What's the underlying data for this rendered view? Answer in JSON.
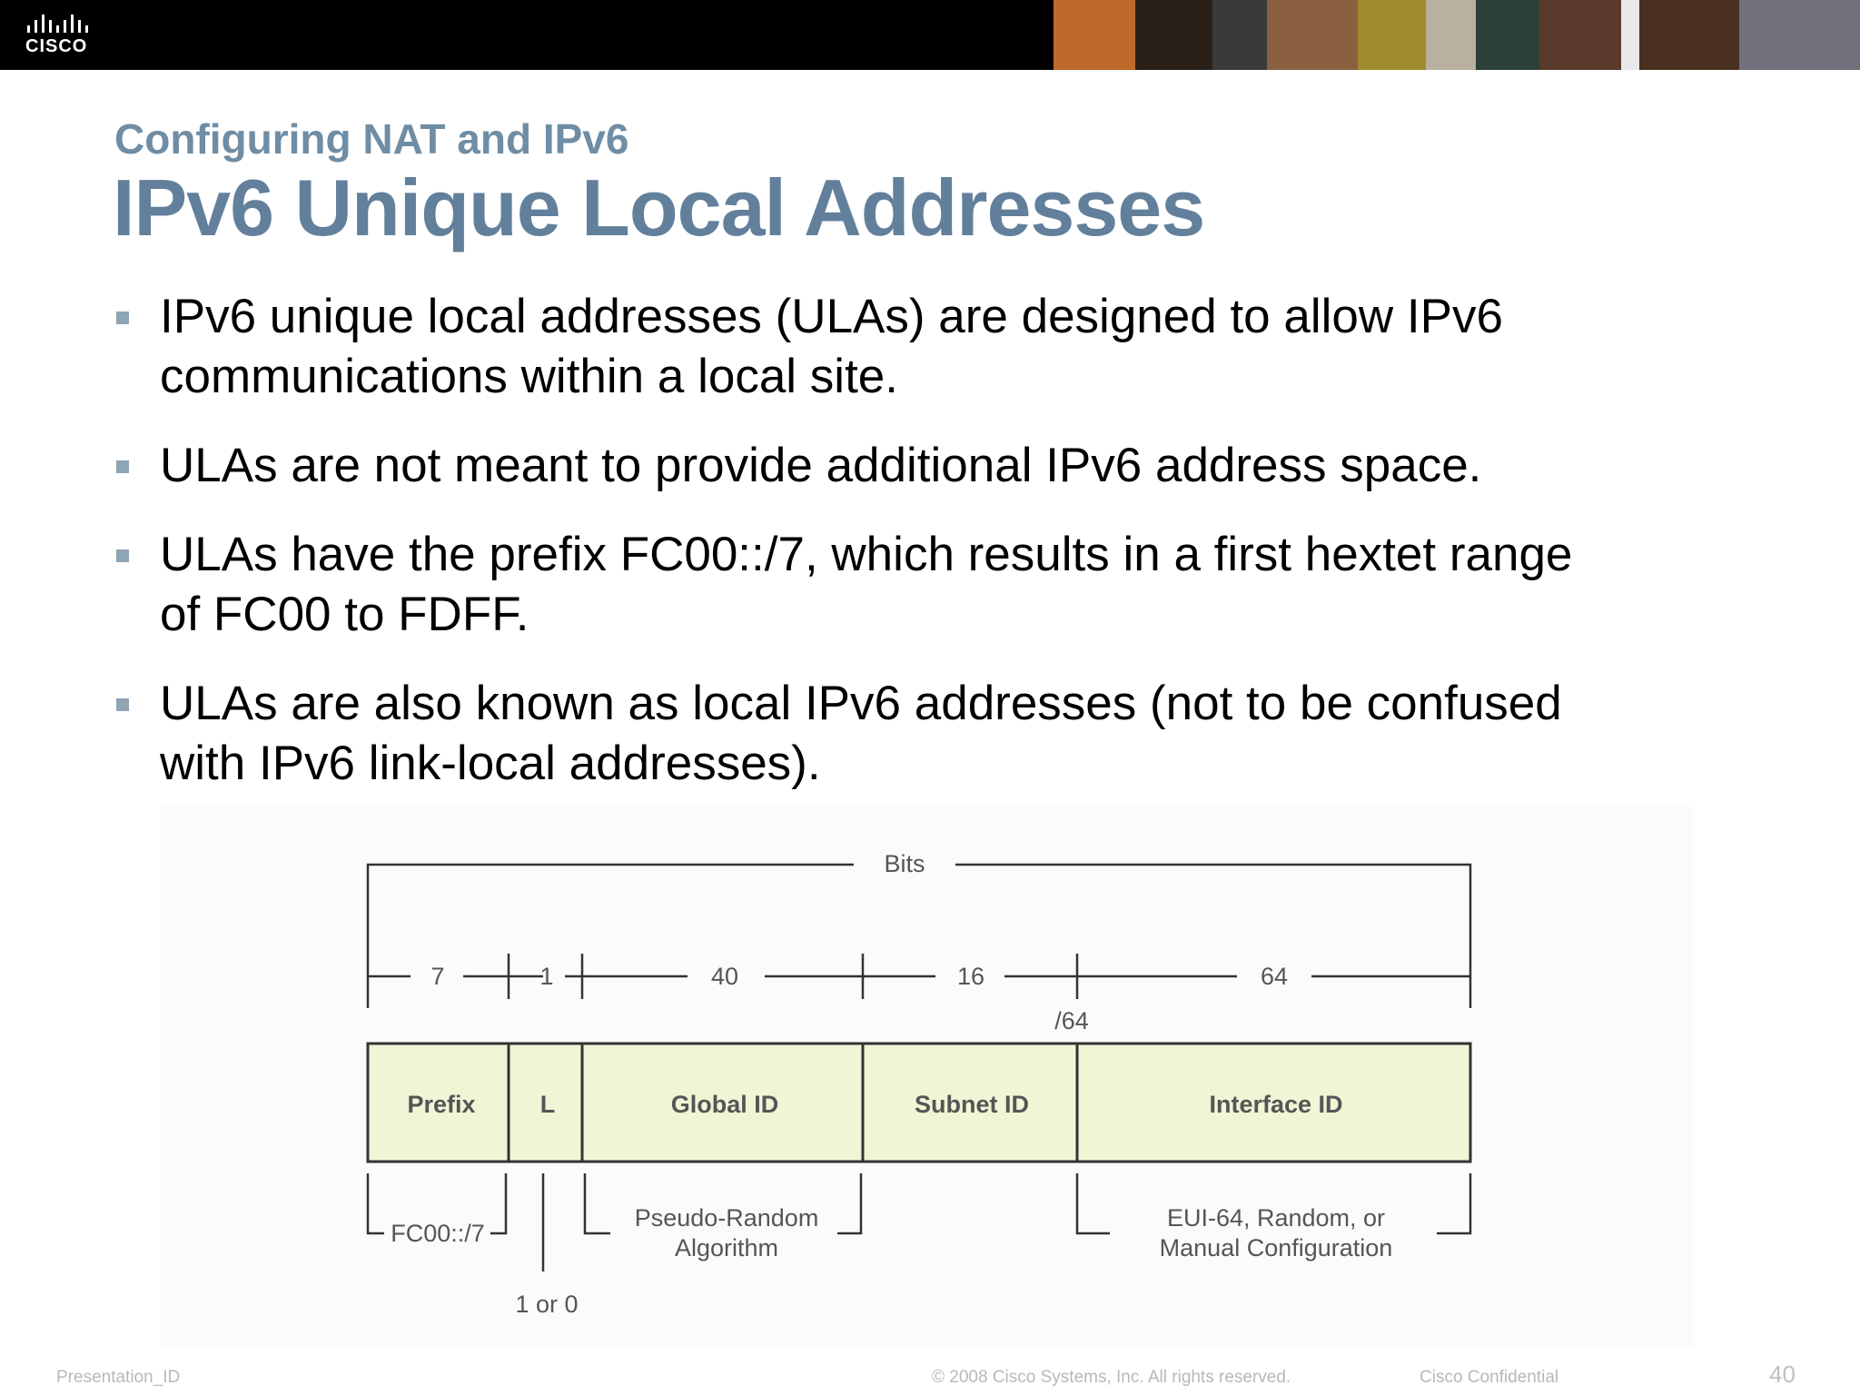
{
  "header": {
    "logo_text": "CISCO"
  },
  "slide": {
    "subtitle": "Configuring NAT and IPv6",
    "title": "IPv6 Unique Local Addresses",
    "bullets": [
      {
        "lines": [
          "IPv6 unique local addresses (ULAs) are designed to allow IPv6",
          "communications within a local site."
        ]
      },
      {
        "lines": [
          "ULAs are not meant to provide additional IPv6 address space."
        ]
      },
      {
        "lines": [
          "ULAs have the prefix FC00::/7, which results in a first hextet range",
          "of FC00 to FDFF."
        ]
      },
      {
        "lines": [
          "ULAs are also known as local IPv6 addresses (not to be confused",
          "with IPv6 link-local addresses)."
        ]
      }
    ]
  },
  "diagram": {
    "bits_label": "Bits",
    "bit_widths": [
      "7",
      "1",
      "40",
      "16",
      "64"
    ],
    "boundary_label": "/64",
    "fields": [
      "Prefix",
      "L",
      "Global ID",
      "Subnet ID",
      "Interface ID"
    ],
    "notes": {
      "prefix": "FC00::/7",
      "l_bit": "1 or 0",
      "global_id": [
        "Pseudo-Random",
        "Algorithm"
      ],
      "interface_id": [
        "EUI-64, Random, or",
        "Manual Configuration"
      ]
    },
    "colors": {
      "field_fill": "#f2f4d6",
      "line": "#333333",
      "label": "#555555"
    }
  },
  "footer": {
    "presentation_id": "Presentation_ID",
    "copyright": "© 2008 Cisco Systems, Inc. All rights reserved.",
    "confidential": "Cisco Confidential",
    "page_number": "40"
  }
}
